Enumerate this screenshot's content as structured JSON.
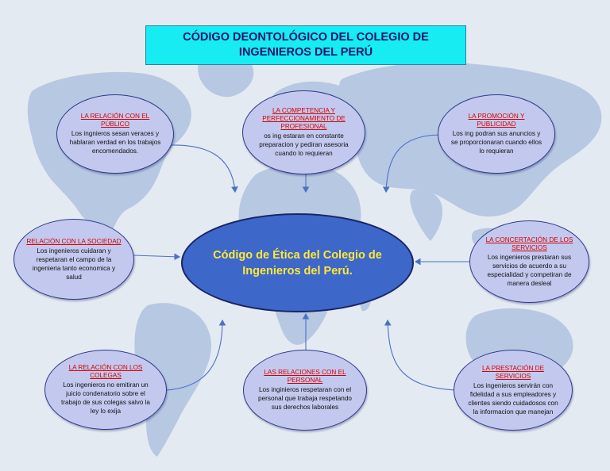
{
  "title": "CÓDIGO DEONTOLÓGICO DEL COLEGIO DE\nINGENIEROS DEL PERÚ",
  "center": "Código de  Ética del Colegio de\nIngenieros del Perú.",
  "nodes": [
    {
      "title": "LA RELACIÓN CON EL PÚBLICO",
      "body": "Los ingnieros sesan veraces y hablaran verdad en los trabajos encomendados."
    },
    {
      "title": "LA COMPETENCIA Y PERFECCIONAMIENTO DE PROFESIONAL",
      "body": "os ing estaran en constante preparacion y pediran asesoria cuando lo requieran"
    },
    {
      "title": "LA PROMOCIÓN Y PUBLICIDAD",
      "body": "Los ing podran sus anuncios y se proporcionaran cuando ellos lo requieran"
    },
    {
      "title": "RELACIÓN CON LA SOCIEDAD",
      "body": "Los ingenieros cuidaran y respetaran el campo de la ingenieria tanto economica y salud"
    },
    {
      "title": "LA CONCERTACIÓN DE LOS SERVICIOS",
      "body": "Los ingenieros prestaran sus servicios de acuerdo a su especialidad y competiran de manera desleal"
    },
    {
      "title": "LA RELACIÓN CON LOS COLEGAS",
      "body": "Los ingenieros no emitiran un juicio condenatorio sobre el trabajo de sus colegas salvo la ley lo exija"
    },
    {
      "title": "LAS RELACIONES CON EL PERSONAL",
      "body": "Los inginieros respetaran con el personal que trabaja respetando sus derechos laborales"
    },
    {
      "title": "LA PRESTACIÓN DE SERVICIOS",
      "body": "Los ingenieros servirán con fidelidad a sus empleadores y clientes siendo cuidadosos con la informacion que manejan"
    }
  ],
  "colors": {
    "banner": "#16ecf2",
    "title_text": "#14146e",
    "node_fill": "#c3c9ee",
    "node_title": "#d40000",
    "center_fill": "#3d67c8",
    "center_text": "#ffe837",
    "map_land": "#b7c8e3",
    "connector": "#4a72c4"
  }
}
